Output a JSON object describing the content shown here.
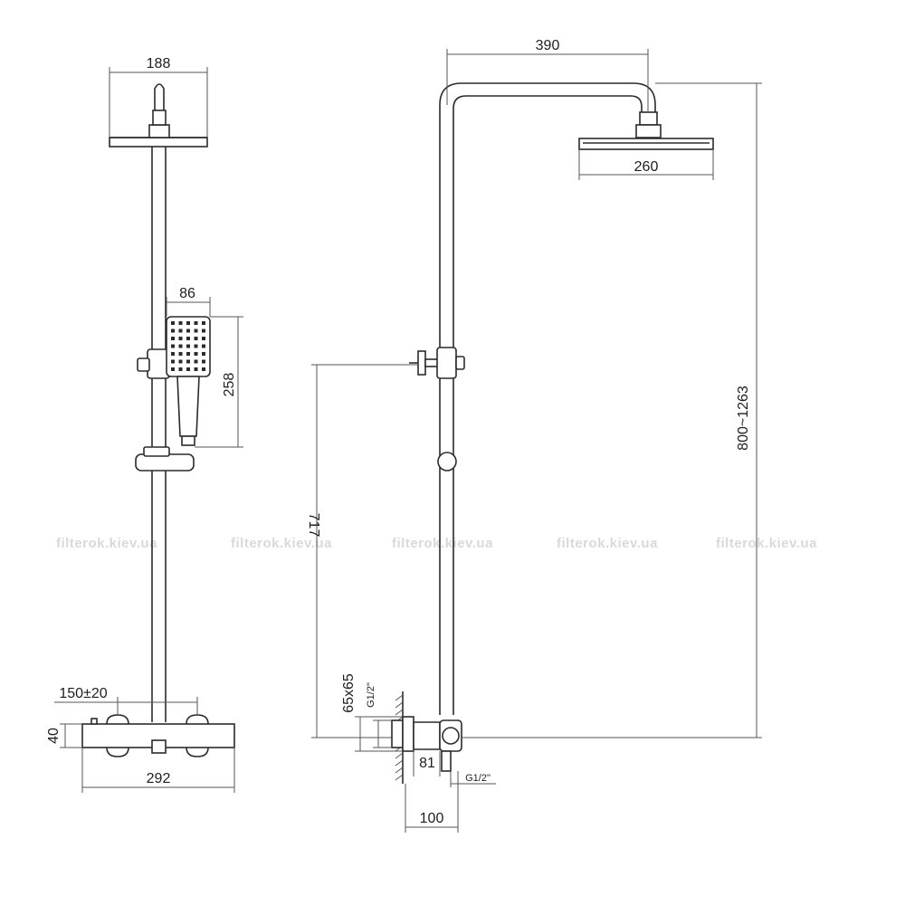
{
  "watermark": "filterok.kiev.ua",
  "front_view": {
    "head_width": "188",
    "hand_shower_width": "86",
    "hand_shower_length": "258",
    "thermostat_spacing": "150±20",
    "thermostat_height": "40",
    "thermostat_width": "292"
  },
  "side_view": {
    "arm_reach": "390",
    "head_diameter": "260",
    "height_range": "800~1263",
    "bracket_height": "717",
    "flange_size": "65x65",
    "inlet_thread_top": "G1/2\"",
    "body_depth": "81",
    "outlet_thread": "G1/2\"",
    "wall_to_center": "100"
  },
  "colors": {
    "line": "#2b2b2b",
    "watermark": "#d9d9d9"
  }
}
